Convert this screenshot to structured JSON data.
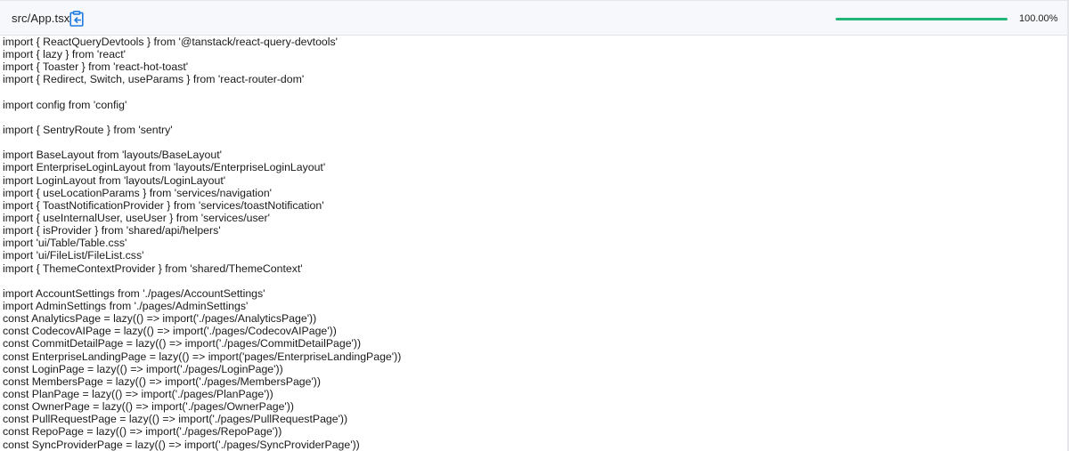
{
  "header": {
    "file_path": "src/App.tsx",
    "copy_icon": "clipboard-copy-icon",
    "coverage_percent": 100,
    "coverage_label": "100.00%",
    "accent_color": "#21b577"
  },
  "code": {
    "lines": [
      "import { ReactQueryDevtools } from '@tanstack/react-query-devtools'",
      "import { lazy } from 'react'",
      "import { Toaster } from 'react-hot-toast'",
      "import { Redirect, Switch, useParams } from 'react-router-dom'",
      "",
      "import config from 'config'",
      "",
      "import { SentryRoute } from 'sentry'",
      "",
      "import BaseLayout from 'layouts/BaseLayout'",
      "import EnterpriseLoginLayout from 'layouts/EnterpriseLoginLayout'",
      "import LoginLayout from 'layouts/LoginLayout'",
      "import { useLocationParams } from 'services/navigation'",
      "import { ToastNotificationProvider } from 'services/toastNotification'",
      "import { useInternalUser, useUser } from 'services/user'",
      "import { isProvider } from 'shared/api/helpers'",
      "import 'ui/Table/Table.css'",
      "import 'ui/FileList/FileList.css'",
      "import { ThemeContextProvider } from 'shared/ThemeContext'",
      "",
      "import AccountSettings from './pages/AccountSettings'",
      "import AdminSettings from './pages/AdminSettings'",
      "const AnalyticsPage = lazy(() => import('./pages/AnalyticsPage'))",
      "const CodecovAIPage = lazy(() => import('./pages/CodecovAIPage'))",
      "const CommitDetailPage = lazy(() => import('./pages/CommitDetailPage'))",
      "const EnterpriseLandingPage = lazy(() => import('pages/EnterpriseLandingPage'))",
      "const LoginPage = lazy(() => import('./pages/LoginPage'))",
      "const MembersPage = lazy(() => import('./pages/MembersPage'))",
      "const PlanPage = lazy(() => import('./pages/PlanPage'))",
      "const OwnerPage = lazy(() => import('./pages/OwnerPage'))",
      "const PullRequestPage = lazy(() => import('./pages/PullRequestPage'))",
      "const RepoPage = lazy(() => import('./pages/RepoPage'))",
      "const SyncProviderPage = lazy(() => import('./pages/SyncProviderPage'))"
    ]
  }
}
